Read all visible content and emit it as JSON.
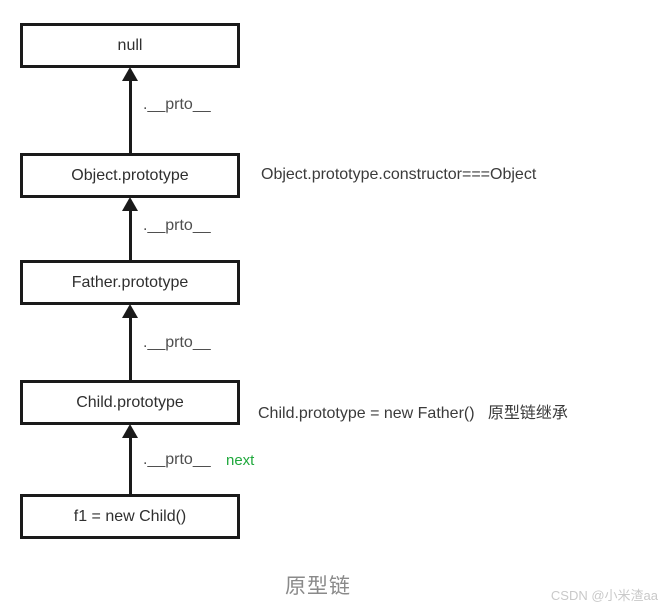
{
  "diagram": {
    "nodes": [
      {
        "label": "null"
      },
      {
        "label": "Object.prototype"
      },
      {
        "label": "Father.prototype"
      },
      {
        "label": "Child.prototype"
      },
      {
        "label": "f1 = new Child()"
      }
    ],
    "edges": [
      {
        "label": ".__prto__"
      },
      {
        "label": ".__prto__"
      },
      {
        "label": ".__prto__"
      },
      {
        "label": ".__prto__",
        "tag": "next"
      }
    ],
    "annotations": [
      {
        "text": "Object.prototype.constructor===Object"
      },
      {
        "text": "Child.prototype = new Father()   原型链继承"
      }
    ],
    "caption": "原型链",
    "watermark": "CSDN @小米渣aa",
    "colors": {
      "box_border": "#1a1a1a",
      "arrow": "#1a1a1a",
      "edge_tag_green": "#1fa83c",
      "caption_gray": "#8a8a8a",
      "watermark_gray": "#c9c9c9"
    }
  }
}
